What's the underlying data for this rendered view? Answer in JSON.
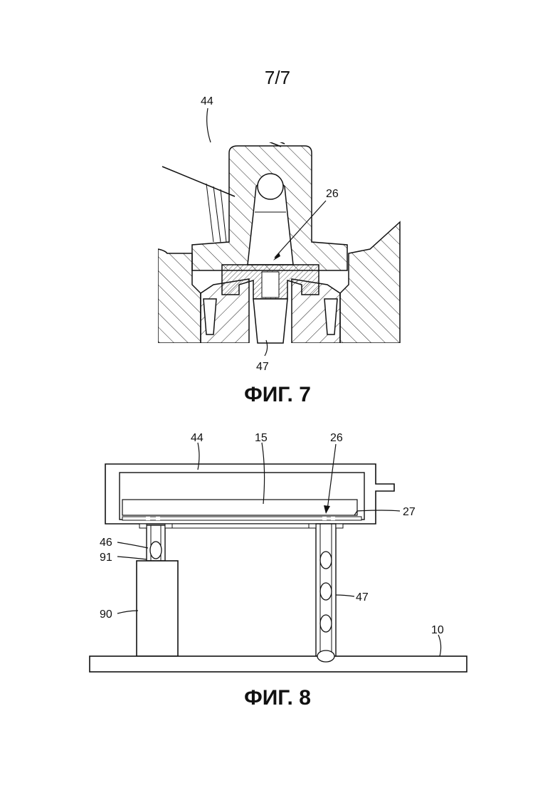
{
  "sheet_number": "7/7",
  "fig7": {
    "caption": "ФИГ. 7",
    "labels": {
      "l44": "44",
      "l26": "26",
      "l47": "47"
    }
  },
  "fig8": {
    "caption": "ФИГ. 8",
    "labels": {
      "l44": "44",
      "l15": "15",
      "l26": "26",
      "l27": "27",
      "l46": "46",
      "l91": "91",
      "l90": "90",
      "l47": "47",
      "l10": "10"
    }
  }
}
